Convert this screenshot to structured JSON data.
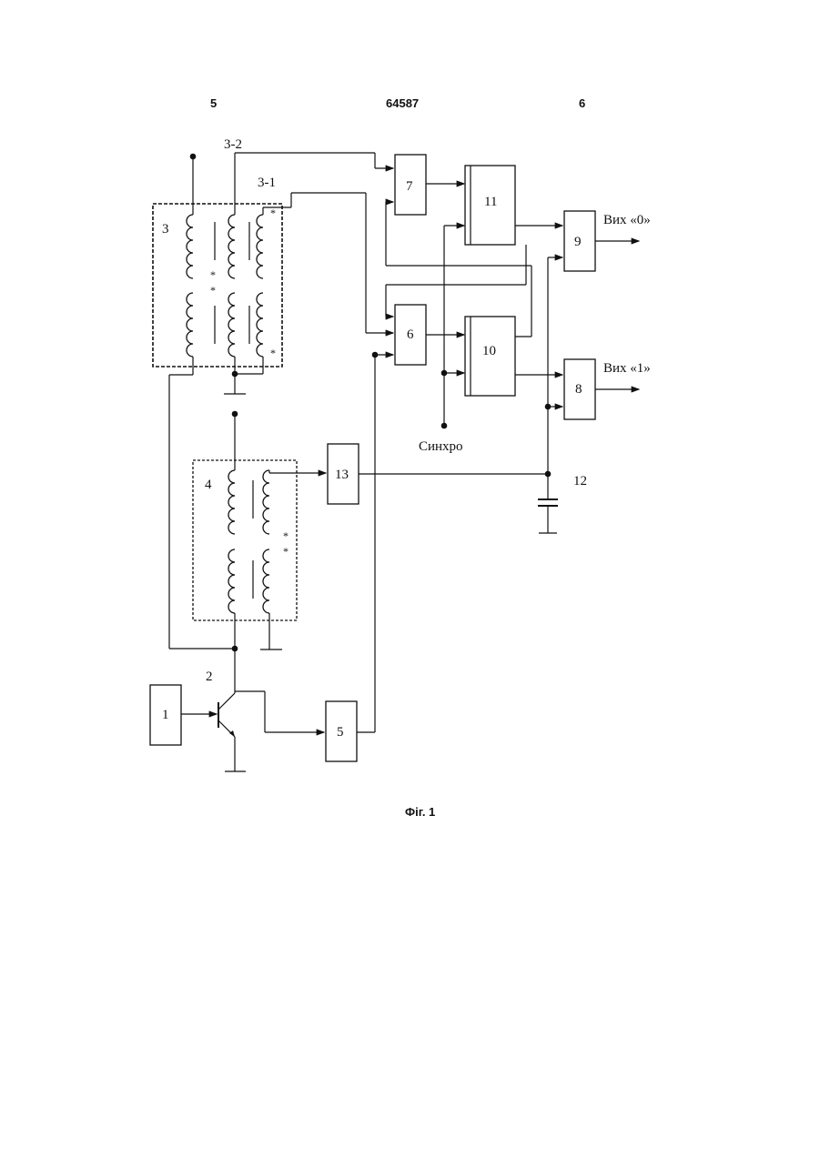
{
  "header": {
    "left_page": "5",
    "patent_number": "64587",
    "right_page": "6"
  },
  "caption": "Фіг. 1",
  "blocks": {
    "b1": "1",
    "b5": "5",
    "b6": "6",
    "b7": "7",
    "b8": "8",
    "b9": "9",
    "b10": "10",
    "b11": "11",
    "b13": "13"
  },
  "labels": {
    "transistor": "2",
    "transformer3": "3",
    "transformer4": "4",
    "tap32": "3-2",
    "tap31": "3-1",
    "capacitor": "12",
    "out0": "Вих «0»",
    "out1": "Вих «1»",
    "sync": "Синхро"
  },
  "markers": {
    "star": "*"
  }
}
